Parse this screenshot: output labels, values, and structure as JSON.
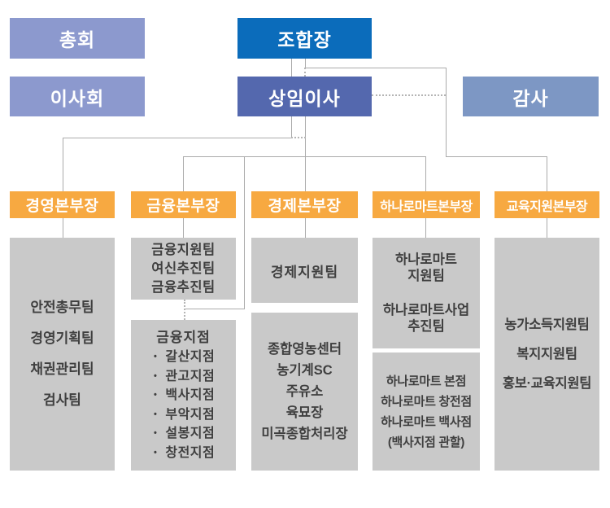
{
  "org": {
    "top_row": {
      "general_meeting": "총회",
      "president": "조합장",
      "board_of_directors": "이사회",
      "executive_director": "상임이사",
      "auditor": "감사"
    },
    "division_heads": [
      "경영본부장",
      "금융본부장",
      "경제본부장",
      "하나로마트본부장",
      "교육지원본부장"
    ],
    "management_teams": [
      "안전총무팀",
      "경영기획팀",
      "채권관리팀",
      "검사팀"
    ],
    "finance_teams": [
      "금융지원팀",
      "여신추진팀",
      "금융추진팀"
    ],
    "finance_branch_group": {
      "title": "금융지점",
      "branches": [
        "갈산지점",
        "관고지점",
        "백사지점",
        "부악지점",
        "설봉지점",
        "창전지점"
      ]
    },
    "economy_team": "경제지원팀",
    "economy_units": [
      "종합영농센터",
      "농기계SC",
      "주유소",
      "육묘장",
      "미곡종합처리장"
    ],
    "hanaro_teams": [
      "하나로마트",
      "지원팀",
      "하나로마트사업",
      "추진팀"
    ],
    "hanaro_stores": [
      "하나로마트 본점",
      "하나로마트 창전점",
      "하나로마트 백사점",
      "(백사지점 관할)"
    ],
    "education_teams": [
      "농가소득지원팀",
      "복지지원팀",
      "홍보·교육지원팀"
    ],
    "colors": {
      "primary_blue": "#0b6cbb",
      "mid_blue": "#5468ae",
      "light_blue": "#7d97c4",
      "periwinkle": "#8c99ce",
      "orange": "#f7a941",
      "box_gray": "#c9c9c9",
      "line_gray": "#ababab",
      "text_dark": "#3f3f3f"
    }
  }
}
